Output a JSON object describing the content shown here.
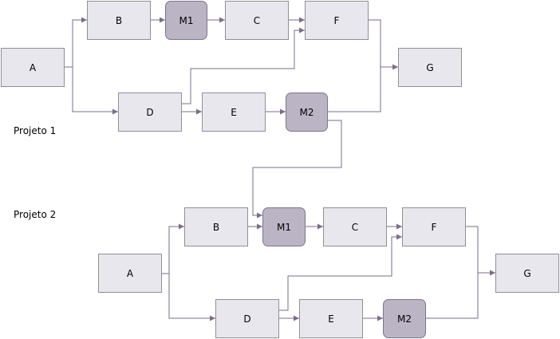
{
  "projects": [
    {
      "label": "Projeto 1",
      "nodes": {
        "a": "A",
        "b": "B",
        "m1": "M1",
        "c": "C",
        "f": "F",
        "g": "G",
        "d": "D",
        "e": "E",
        "m2": "M2"
      }
    },
    {
      "label": "Projeto 2",
      "nodes": {
        "a": "A",
        "b": "B",
        "m1": "M1",
        "c": "C",
        "f": "F",
        "g": "G",
        "d": "D",
        "e": "E",
        "m2": "M2"
      }
    }
  ],
  "colors": {
    "task_fill": "#e9e7ee",
    "task_border": "#8f8f96",
    "milestone_fill": "#bab4c5",
    "milestone_border": "#7d7589",
    "connector": "#7a6e8a"
  }
}
